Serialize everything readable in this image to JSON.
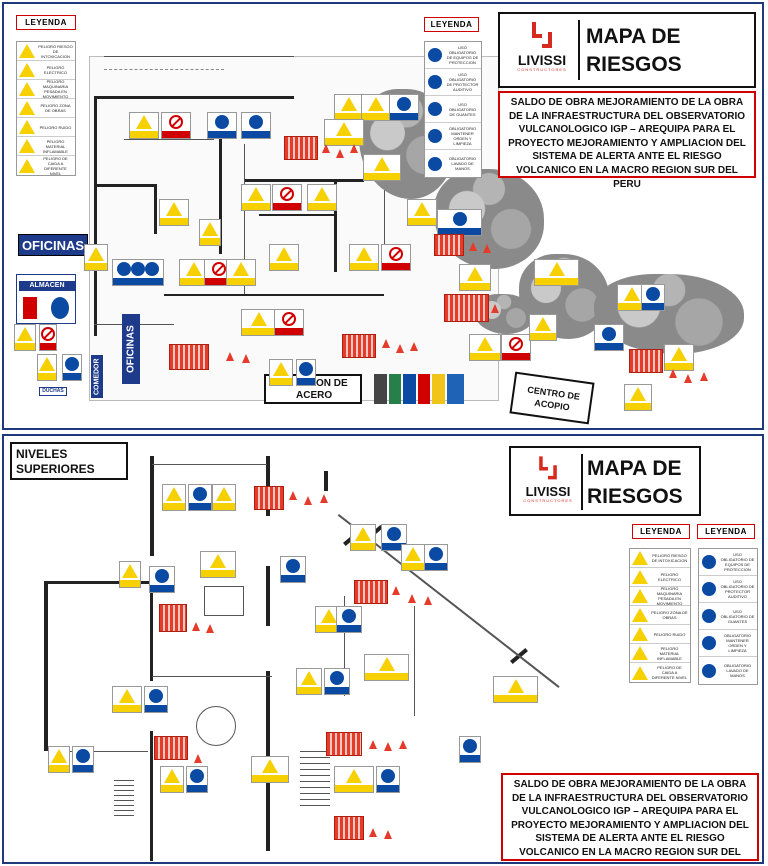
{
  "top": {
    "legend_label": "LEYENDA",
    "legend_label_right": "LEYENDA",
    "logo_text": "LIVISSI",
    "logo_sub": "CONSTRUCTORES",
    "title_line1": "MAPA DE",
    "title_line2": "RIESGOS",
    "description": "SALDO DE OBRA MEJORAMIENTO DE LA OBRA DE LA INFRAESTRUCTURA DEL OBSERVATORIO VULCANOLOGICO IGP – AREQUIPA PARA EL PROYECTO MEJORAMIENTO Y AMPLIACION DEL SISTEMA DE ALERTA ANTE EL RIESGO VOLCANICO EN LA MACRO REGION SUR DEL PERU",
    "legend_left": [
      "PELIGRO RIESGO DE INTOXICACION",
      "PELIGRO ELECTRICO",
      "PELIGRO MAQUINARIA PESADA EN MOVIMIENTO",
      "PELIGRO ZONA DE OBRAS",
      "PELIGRO RUIDO",
      "PELIGRO MATERIAL INFLAMABLE",
      "PELIGRO DE CAIDA A DIFERENTE NIVEL"
    ],
    "legend_right": [
      "USO OBLIGATORIO DE EQUIPOS DE PROTECCION",
      "USO OBLIGATORIO DE PROTECTOR AUDITIVO",
      "USO OBLIGATORIO DE GUANTES",
      "OBLIGATORIO MANTENER ORDEN Y LIMPIEZA",
      "OBLIGATORIO LAVADO DE MANOS"
    ],
    "rooms": {
      "oficinas": "OFICINAS",
      "almacen": "ALMACEN",
      "oficinas_vertical": "OFICINAS",
      "comedor": "COMEDOR",
      "duchas": "DUCHAS",
      "acero": "ACERO",
      "acero_prefix": "ON DE",
      "acopio": "CENTRO DE ACOPIO"
    }
  },
  "bottom": {
    "niveles_label": "NIVELES SUPERIORES",
    "legend_label": "LEYENDA",
    "legend_label_right": "LEYENDA",
    "logo_text": "LIVISSI",
    "logo_sub": "CONSTRUCTORES",
    "title_line1": "MAPA DE",
    "title_line2": "RIESGOS",
    "description": "SALDO DE OBRA MEJORAMIENTO DE LA OBRA DE LA INFRAESTRUCTURA DEL OBSERVATORIO VULCANOLOGICO IGP – AREQUIPA PARA EL PROYECTO MEJORAMIENTO Y AMPLIACION DEL SISTEMA DE ALERTA ANTE EL RIESGO VOLCANICO EN LA MACRO REGION SUR DEL PERU"
  },
  "colors": {
    "frame": "#1e3a7a",
    "warning": "#f7d000",
    "mandatory": "#0b4aa2",
    "prohibition": "#d10000",
    "brand_red": "#d72a1f"
  }
}
